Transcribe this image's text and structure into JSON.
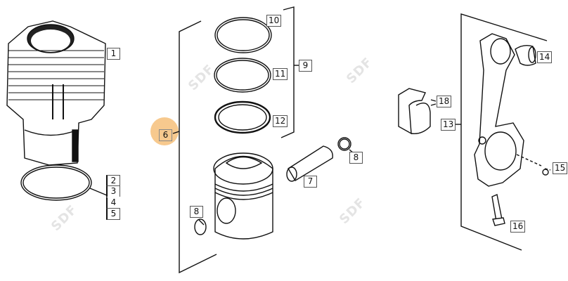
{
  "diagram": {
    "highlight_color": "#f6c07a",
    "highlighted_callout": "6",
    "watermark": "SDF",
    "callouts": [
      {
        "id": "1",
        "label": "1"
      },
      {
        "id": "2",
        "label": "2"
      },
      {
        "id": "3",
        "label": "3"
      },
      {
        "id": "4",
        "label": "4"
      },
      {
        "id": "5",
        "label": "5"
      },
      {
        "id": "6",
        "label": "6"
      },
      {
        "id": "7",
        "label": "7"
      },
      {
        "id": "8a",
        "label": "8"
      },
      {
        "id": "8b",
        "label": "8"
      },
      {
        "id": "9",
        "label": "9"
      },
      {
        "id": "10",
        "label": "10"
      },
      {
        "id": "11",
        "label": "11"
      },
      {
        "id": "12",
        "label": "12"
      },
      {
        "id": "13",
        "label": "13"
      },
      {
        "id": "14",
        "label": "14"
      },
      {
        "id": "15",
        "label": "15"
      },
      {
        "id": "16",
        "label": "16"
      },
      {
        "id": "18",
        "label": "18"
      }
    ]
  }
}
